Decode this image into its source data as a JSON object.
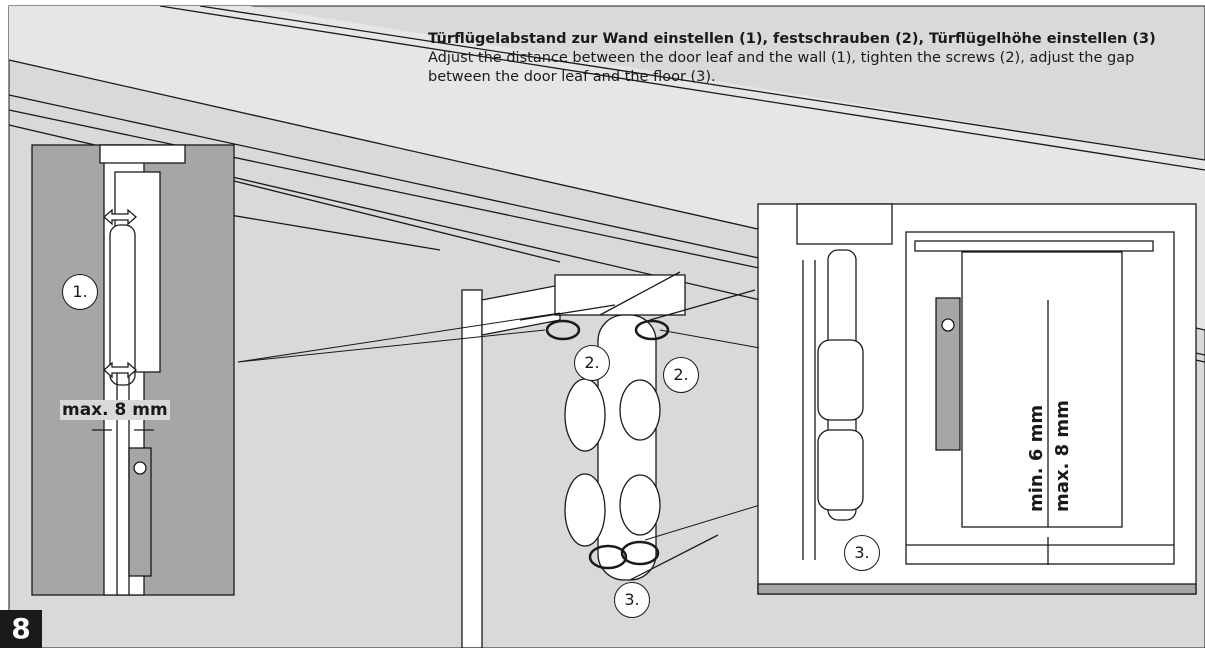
{
  "caption": {
    "german": "Türflügelabstand zur Wand einstellen (1), festschrauben (2), Türflügelhöhe einstellen (3)",
    "english": "Adjust the distance between the door leaf and the wall (1), tighten the screws (2), adjust the gap between the door leaf and the floor (3)."
  },
  "step_number": "8",
  "callouts": {
    "left_detail": "1.",
    "screw_left": "2.",
    "screw_right": "2.",
    "bottom_center": "3.",
    "right_detail": "3."
  },
  "measurements": {
    "wall_gap": "max. 8 mm",
    "floor_gap_min": "min. 6 mm",
    "floor_gap_max": "max. 8 mm"
  },
  "colors": {
    "background": "#d9d9d9",
    "detail_panel": "#ffffff",
    "door_grey": "#a6a6a6",
    "line": "#1a1a1a",
    "badge": "#1a1a1a"
  }
}
